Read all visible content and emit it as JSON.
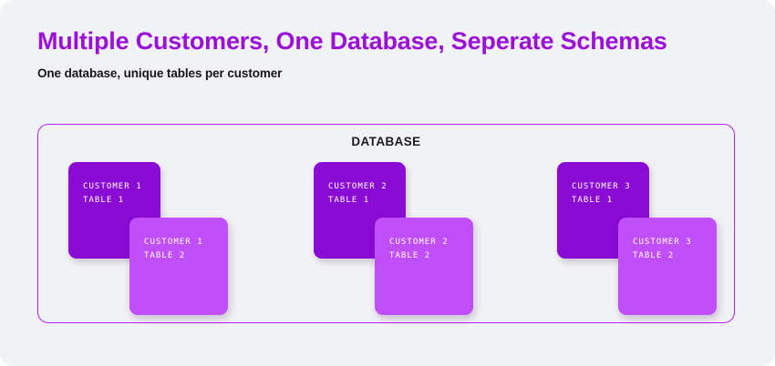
{
  "header": {
    "title": "Multiple Customers, One Database, Seperate Schemas",
    "subtitle": "One database, unique tables per customer"
  },
  "database": {
    "label": "DATABASE",
    "groups": [
      {
        "back_card": {
          "line1": "CUSTOMER 1",
          "line2": "TABLE 1"
        },
        "front_card": {
          "line1": "CUSTOMER 1",
          "line2": "TABLE 2"
        }
      },
      {
        "back_card": {
          "line1": "CUSTOMER 2",
          "line2": "TABLE 1"
        },
        "front_card": {
          "line1": "CUSTOMER 2",
          "line2": "TABLE 2"
        }
      },
      {
        "back_card": {
          "line1": "CUSTOMER 3",
          "line2": "TABLE 1"
        },
        "front_card": {
          "line1": "CUSTOMER 3",
          "line2": "TABLE 2"
        }
      }
    ]
  },
  "colors": {
    "page_background": "#f1f2f4",
    "title": "#9b0fd9",
    "subtitle": "#16161a",
    "container_border": "#b721f0",
    "card_dark": "#8a0bd4",
    "card_light": "#c04ffa",
    "card_text": "#ffffff"
  }
}
